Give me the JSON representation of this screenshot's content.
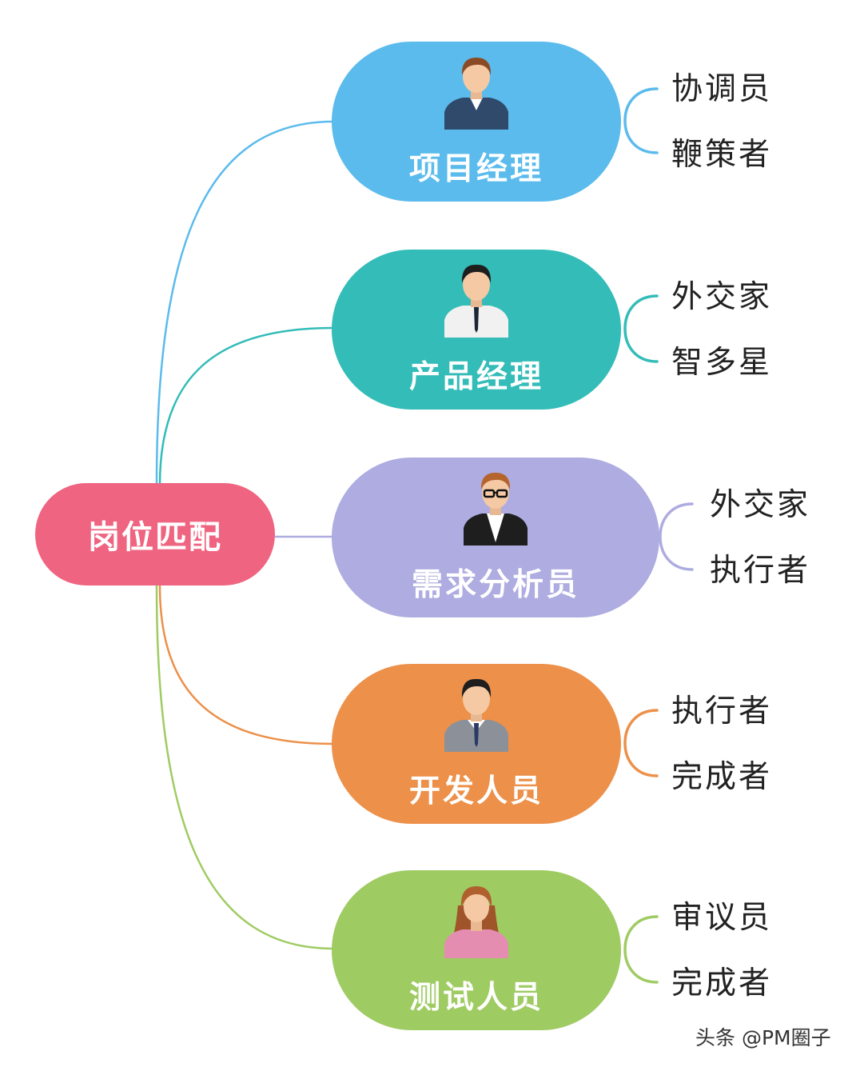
{
  "root": {
    "label": "岗位匹配",
    "color": "#ef6480"
  },
  "roles": [
    {
      "label": "项目经理",
      "color": "#5bbbec",
      "avatar": "male-manager-avatar-icon",
      "traits": [
        "协调员",
        "鞭策者"
      ]
    },
    {
      "label": "产品经理",
      "color": "#33bcb8",
      "avatar": "male-product-manager-avatar-icon",
      "traits": [
        "外交家",
        "智多星"
      ]
    },
    {
      "label": "需求分析员",
      "color": "#aeace0",
      "avatar": "male-analyst-glasses-avatar-icon",
      "traits": [
        "外交家",
        "执行者"
      ]
    },
    {
      "label": "开发人员",
      "color": "#ec904a",
      "avatar": "male-developer-suit-avatar-icon",
      "traits": [
        "执行者",
        "完成者"
      ]
    },
    {
      "label": "测试人员",
      "color": "#9fcb63",
      "avatar": "female-tester-avatar-icon",
      "traits": [
        "审议员",
        "完成者"
      ]
    }
  ],
  "watermark": "头条 @PM圈子"
}
